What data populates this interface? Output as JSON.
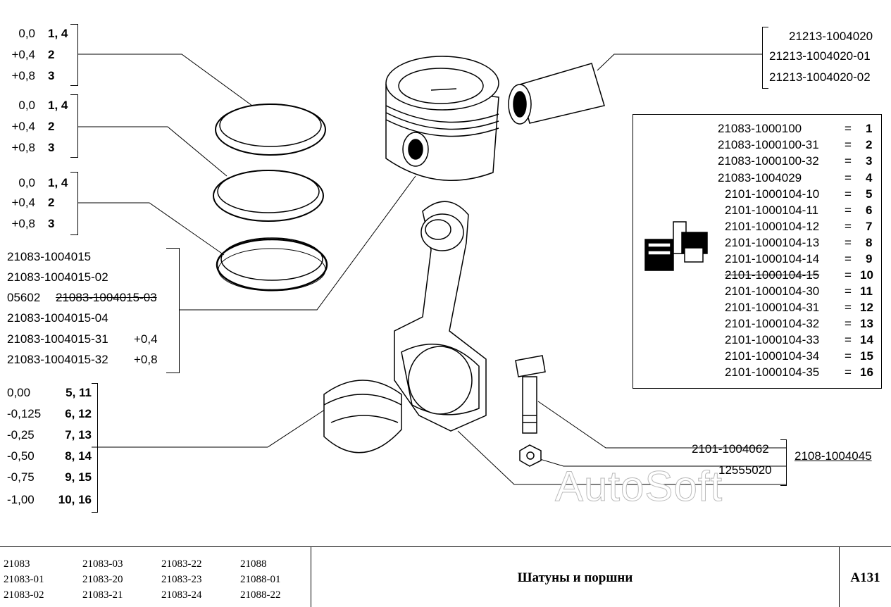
{
  "rings": [
    {
      "rows": [
        {
          "size": "0,0",
          "items": "1, 4"
        },
        {
          "size": "+0,4",
          "items": "2"
        },
        {
          "size": "+0,8",
          "items": "3"
        }
      ]
    },
    {
      "rows": [
        {
          "size": "0,0",
          "items": "1, 4"
        },
        {
          "size": "+0,4",
          "items": "2"
        },
        {
          "size": "+0,8",
          "items": "3"
        }
      ]
    },
    {
      "rows": [
        {
          "size": "0,0",
          "items": "1, 4"
        },
        {
          "size": "+0,4",
          "items": "2"
        },
        {
          "size": "+0,8",
          "items": "3"
        }
      ]
    }
  ],
  "ring_set_parts": [
    {
      "code": "21083-1004015",
      "suffix": ""
    },
    {
      "code": "21083-1004015-02",
      "suffix": ""
    },
    {
      "code": "21083-1004015-03",
      "prefix": "05602",
      "struck": true,
      "suffix": ""
    },
    {
      "code": "21083-1004015-04",
      "suffix": ""
    },
    {
      "code": "21083-1004015-31",
      "suffix": "+0,4"
    },
    {
      "code": "21083-1004015-32",
      "suffix": "+0,8"
    }
  ],
  "bearings": [
    {
      "size": "0,00",
      "items": "5, 11"
    },
    {
      "size": "-0,125",
      "items": "6, 12"
    },
    {
      "size": "-0,25",
      "items": "7, 13"
    },
    {
      "size": "-0,50",
      "items": "8, 14"
    },
    {
      "size": "-0,75",
      "items": "9, 15"
    },
    {
      "size": "-1,00",
      "items": "10, 16"
    }
  ],
  "pin_parts": [
    "21213-1004020",
    "21213-1004020-01",
    "21213-1004020-02"
  ],
  "code_table": [
    {
      "code": "21083-1000100",
      "num": "1"
    },
    {
      "code": "21083-1000100-31",
      "num": "2"
    },
    {
      "code": "21083-1000100-32",
      "num": "3"
    },
    {
      "code": "21083-1004029",
      "num": "4"
    },
    {
      "code": "2101-1000104-10",
      "num": "5"
    },
    {
      "code": "2101-1000104-11",
      "num": "6"
    },
    {
      "code": "2101-1000104-12",
      "num": "7"
    },
    {
      "code": "2101-1000104-13",
      "num": "8"
    },
    {
      "code": "2101-1000104-14",
      "num": "9"
    },
    {
      "code": "2101-1000104-15",
      "num": "10",
      "struck": true
    },
    {
      "code": "2101-1000104-30",
      "num": "11"
    },
    {
      "code": "2101-1000104-31",
      "num": "12"
    },
    {
      "code": "2101-1000104-32",
      "num": "13"
    },
    {
      "code": "2101-1000104-33",
      "num": "14"
    },
    {
      "code": "2101-1000104-34",
      "num": "15"
    },
    {
      "code": "2101-1000104-35",
      "num": "16"
    }
  ],
  "equals_sign": "=",
  "bolt_part": "2101-1004062",
  "nut_part": "12555020",
  "assembly_part": "2108-1004045",
  "watermark": "AutoSoft",
  "footer": {
    "models": [
      [
        "21083",
        "21083-01",
        "21083-02"
      ],
      [
        "21083-03",
        "21083-20",
        "21083-21"
      ],
      [
        "21083-22",
        "21083-23",
        "21083-24"
      ],
      [
        "21088",
        "21088-01",
        "21088-22"
      ]
    ],
    "title": "Шатуны и поршни",
    "page": "A131"
  }
}
